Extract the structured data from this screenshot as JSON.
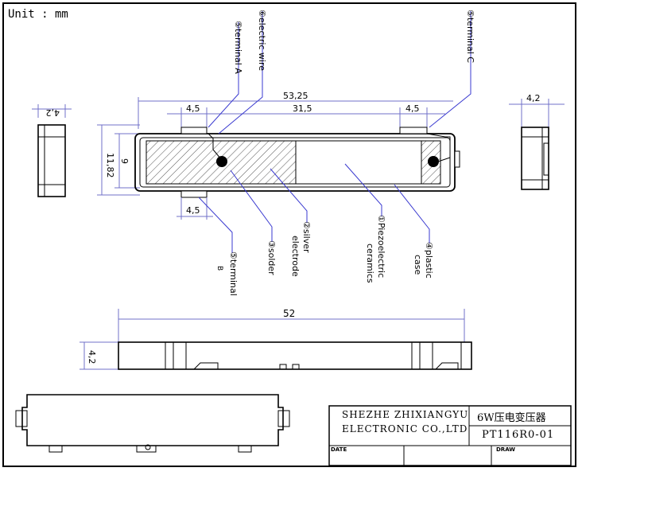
{
  "unit_label": "Unit : mm",
  "callouts": {
    "terminal_a": "⑤terminal A",
    "electric_wire": "⑥electric wire",
    "terminal_c": "⑤terminal C",
    "terminal_b_line1": "⑤terminal",
    "terminal_b_line2": "B",
    "solder": "③solder",
    "silver_line1": "②silver",
    "silver_line2": "electrode",
    "piezo_line1": "①Piezoelectric",
    "piezo_line2": "ceramics",
    "plastic_line1": "④plastic",
    "plastic_line2": "case"
  },
  "dimensions": {
    "overall_length": "53,25",
    "inner_length": "31,5",
    "left_terminal": "4,5",
    "right_terminal": "4,5",
    "bottom_terminal": "4,5",
    "width_outer": "11,82",
    "width_inner": "9",
    "left_view_thickness": "4,2",
    "right_view_thickness": "4,2",
    "side_length": "52",
    "side_thickness": "4,2"
  },
  "title_block": {
    "company_line1": "SHEZHE ZHIXIANGYU",
    "company_line2": "ELECTRONIC CO.,LTD",
    "product": "6W压电变压器",
    "part_number": "PT116R0-01",
    "date_label": "DATE",
    "draw_label": "DRAW"
  }
}
